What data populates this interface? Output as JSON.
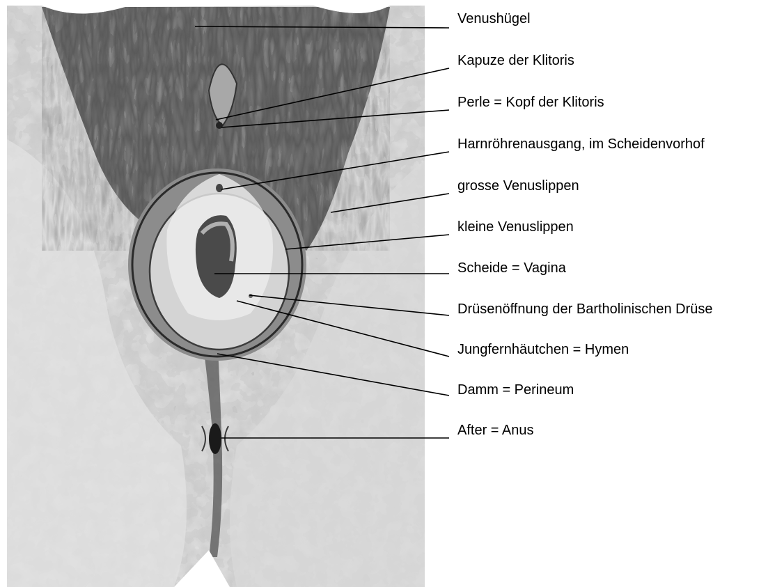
{
  "colors": {
    "background": "#ffffff",
    "ink": "#000000",
    "tone_light": "#dcdcdc",
    "tone_mid": "#b4b4b4",
    "tone_dark": "#6e6e6e",
    "tone_darker": "#3a3a3a"
  },
  "labels": [
    {
      "id": "venushuegel",
      "text": "Venushügel"
    },
    {
      "id": "kapuze",
      "text": "Kapuze der Klitoris"
    },
    {
      "id": "perle",
      "text": "Perle = Kopf der Klitoris"
    },
    {
      "id": "harnroehre",
      "text": "Harnröhrenausgang, im Scheidenvorhof"
    },
    {
      "id": "grosse-lippen",
      "text": "grosse Venuslippen"
    },
    {
      "id": "kleine-lippen",
      "text": "kleine Venuslippen"
    },
    {
      "id": "scheide",
      "text": "Scheide = Vagina"
    },
    {
      "id": "bartholin",
      "text": "Drüsenöffnung der Bartholinischen Drüse"
    },
    {
      "id": "hymen",
      "text": "Jungfernhäutchen = Hymen"
    },
    {
      "id": "damm",
      "text": "Damm = Perineum"
    },
    {
      "id": "after",
      "text": "After = Anus"
    }
  ]
}
